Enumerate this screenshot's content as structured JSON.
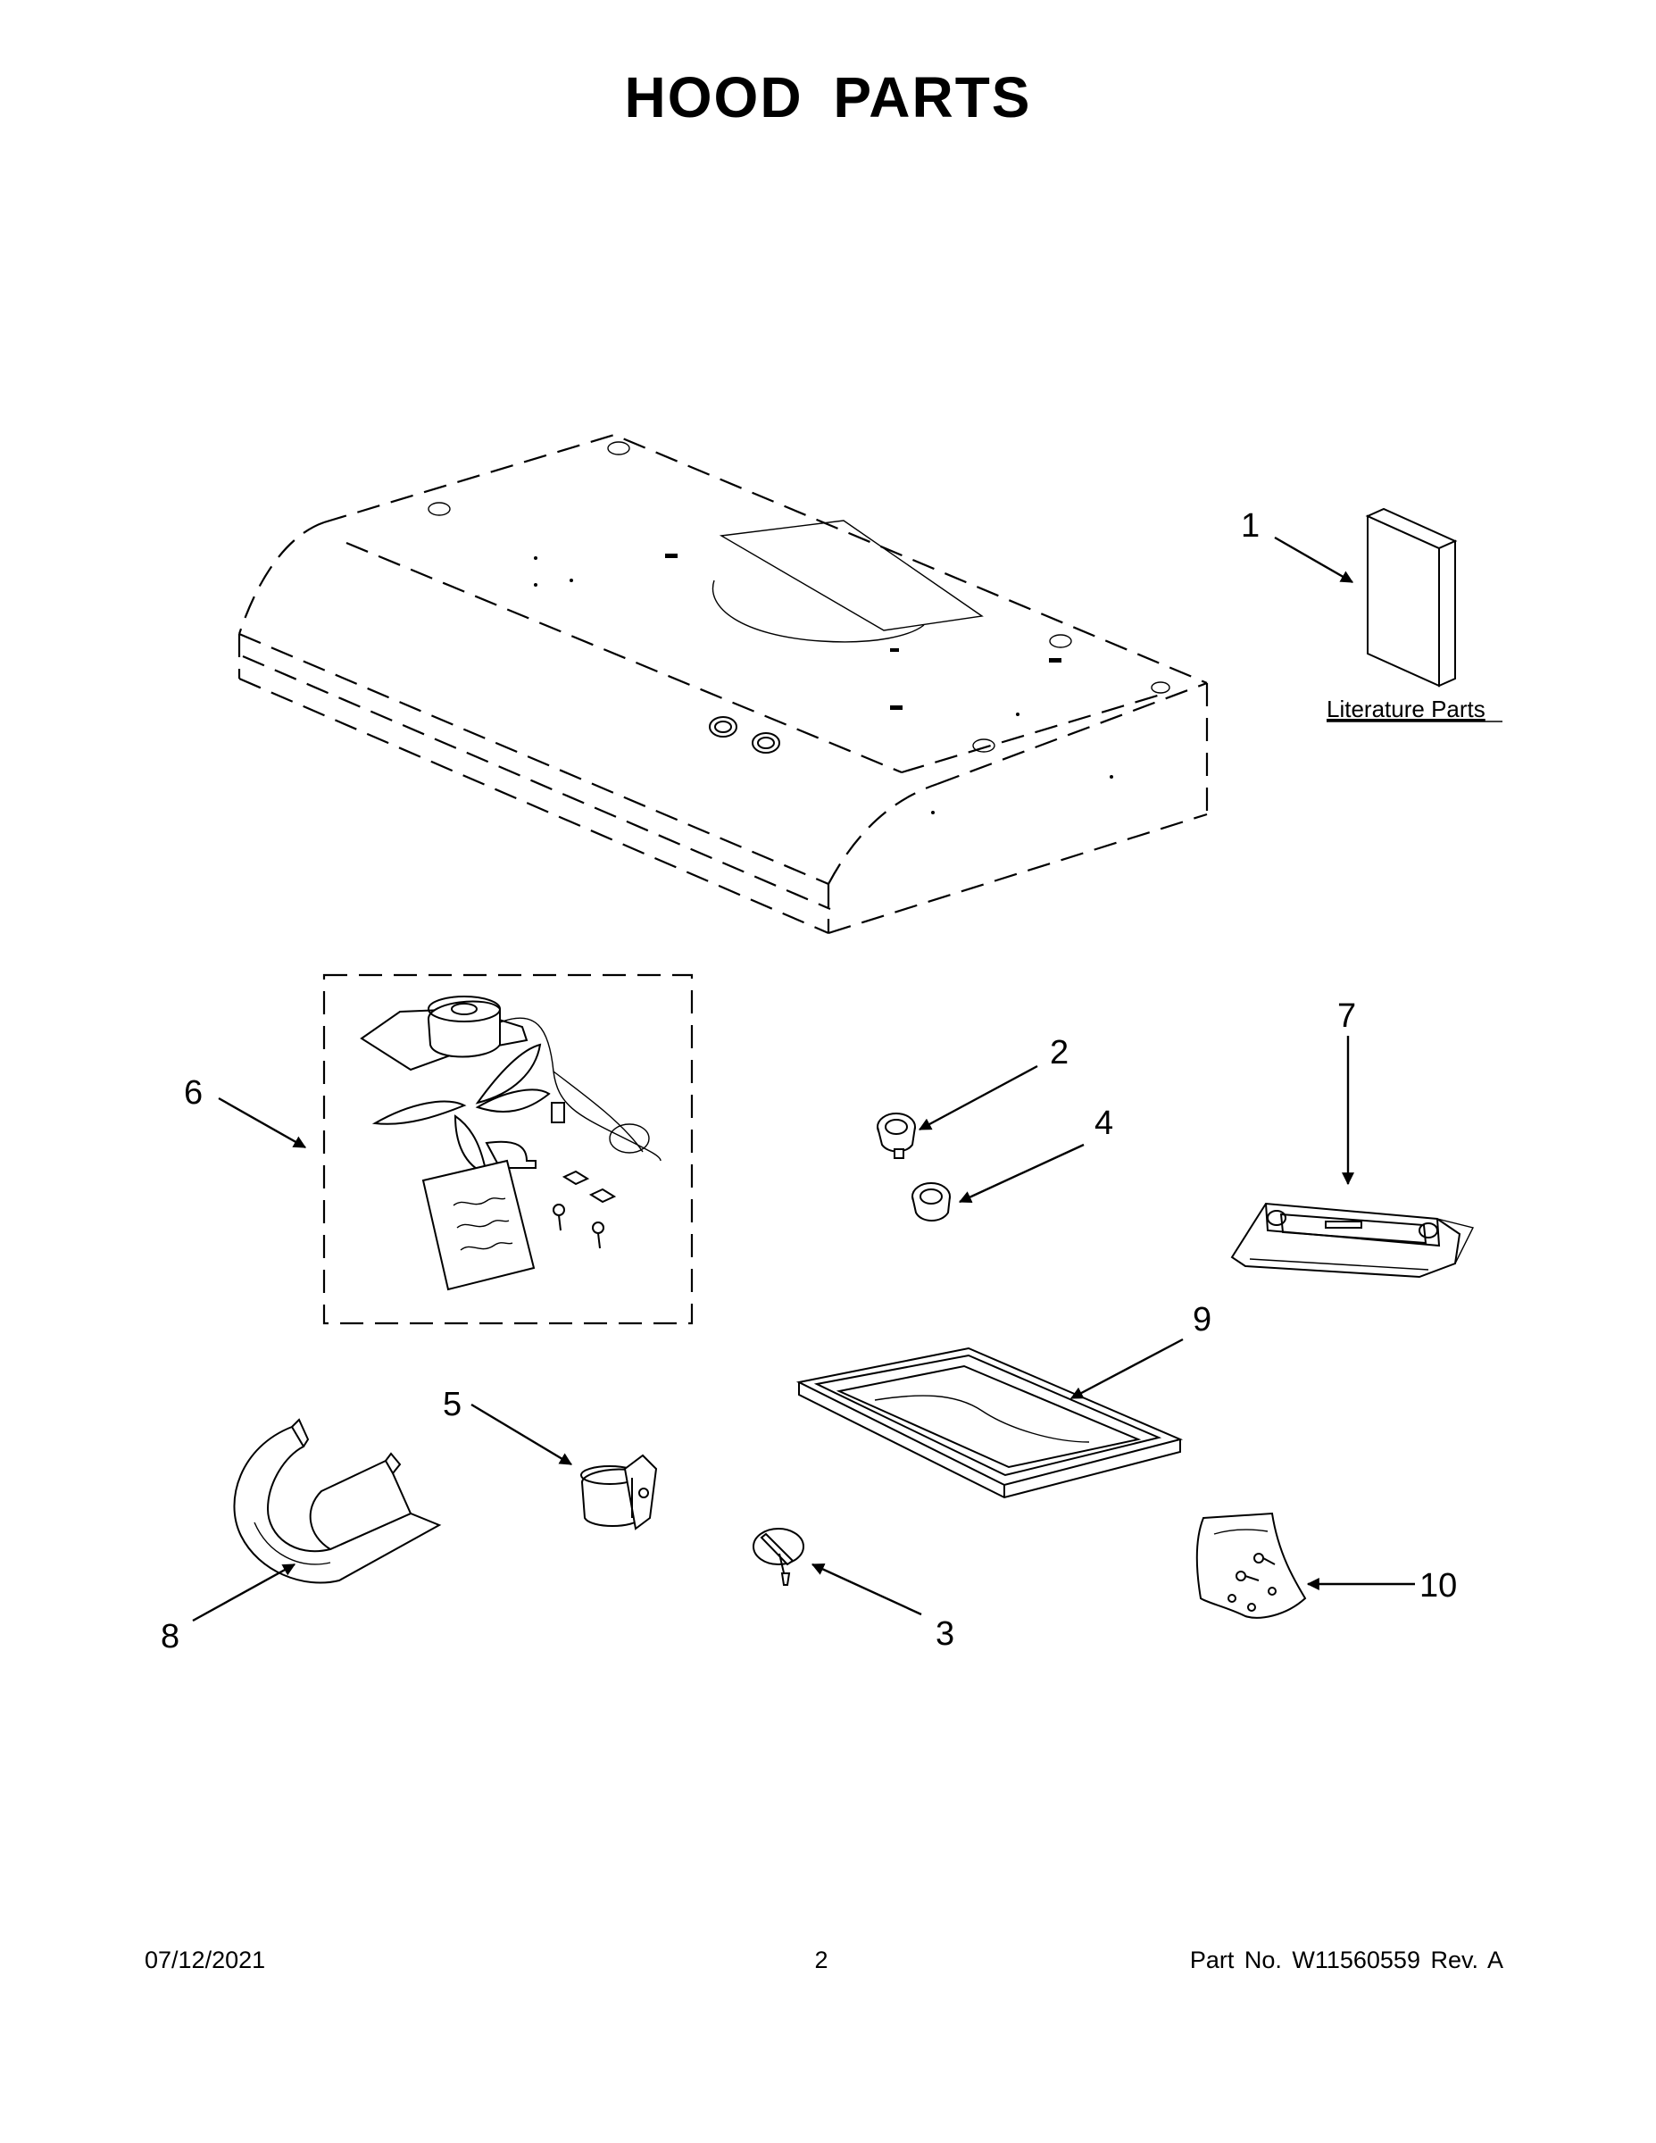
{
  "page": {
    "title": "HOOD PARTS"
  },
  "callouts": [
    {
      "id": "1",
      "label": "1"
    },
    {
      "id": "2",
      "label": "2"
    },
    {
      "id": "3",
      "label": "3"
    },
    {
      "id": "4",
      "label": "4"
    },
    {
      "id": "5",
      "label": "5"
    },
    {
      "id": "6",
      "label": "6"
    },
    {
      "id": "7",
      "label": "7"
    },
    {
      "id": "8",
      "label": "8"
    },
    {
      "id": "9",
      "label": "9"
    },
    {
      "id": "10",
      "label": "10"
    }
  ],
  "literature": {
    "label": "Literature Parts"
  },
  "footer": {
    "date": "07/12/2021",
    "page_number": "2",
    "part_info": "Part No.  W11560559  Rev.  A"
  }
}
